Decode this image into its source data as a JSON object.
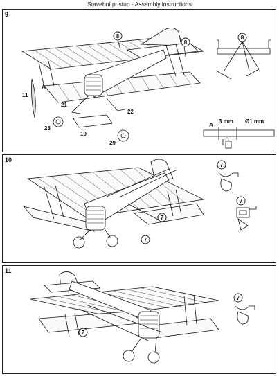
{
  "header": {
    "title": "Stavební postup - Assembly instructions"
  },
  "steps": [
    {
      "number": "9",
      "part_labels": {
        "p8a": "8",
        "p8b": "8",
        "p8c": "8",
        "p11": "11",
        "p21": "21",
        "p22": "22",
        "p28": "28",
        "p19": "19",
        "p29": "29",
        "pA": "A"
      },
      "detail": {
        "point": "A",
        "gap": "3 mm",
        "diameter": "Ø1 mm"
      }
    },
    {
      "number": "10",
      "part_labels": {
        "p7a": "7",
        "p7b": "7",
        "p7c": "7",
        "p7d": "7"
      }
    },
    {
      "number": "11",
      "part_labels": {
        "p7a": "7",
        "p7b": "7"
      }
    }
  ]
}
